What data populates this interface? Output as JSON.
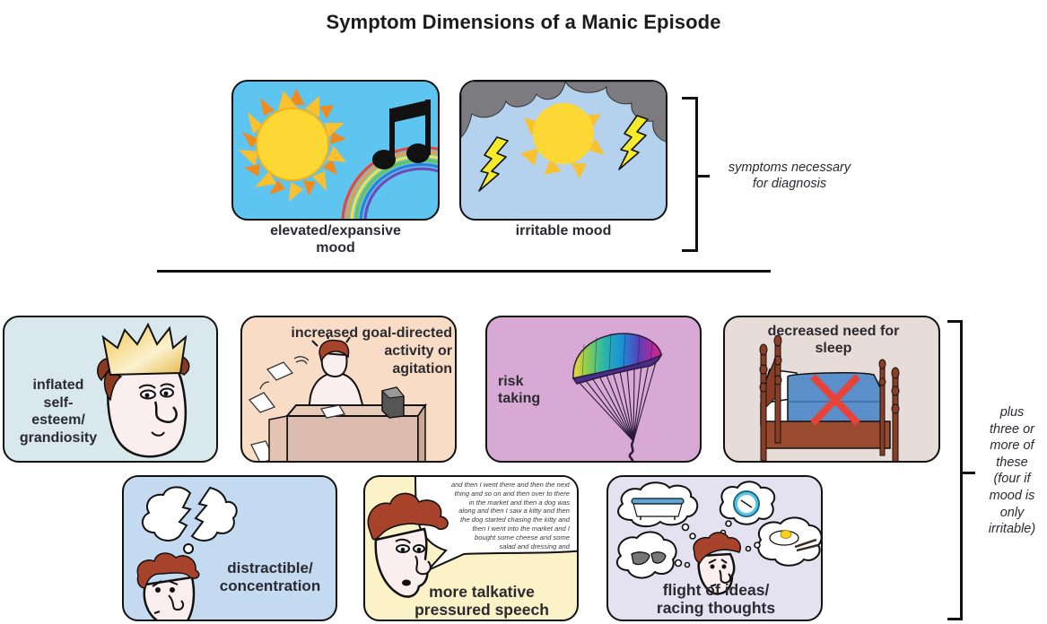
{
  "title": "Symptom Dimensions of a Manic Episode",
  "necessary_group": {
    "annotation": [
      "symptoms necessary",
      "for diagnosis"
    ],
    "panels": [
      {
        "id": "elevated-mood",
        "label": [
          "elevated/expansive",
          "mood"
        ],
        "background": "#5ec4f0",
        "illustration": [
          "sun-icon",
          "music-note-icon",
          "rainbow-icon"
        ]
      },
      {
        "id": "irritable-mood",
        "label": [
          "irritable mood"
        ],
        "background": "#b4d2ee",
        "illustration": [
          "storm-cloud-icon",
          "sun-icon",
          "lightning-bolt-icon",
          "lightning-bolt-icon"
        ]
      }
    ]
  },
  "additional_group": {
    "annotation": [
      "plus",
      "three or",
      "more of",
      "these",
      "(four if",
      "mood is",
      "only",
      "irritable)"
    ],
    "panels": [
      {
        "id": "inflated-self-esteem",
        "label": [
          "inflated",
          "self-",
          "esteem/",
          "grandiosity"
        ],
        "background": "#d8e8ec",
        "illustration": [
          "crowned-face-icon"
        ]
      },
      {
        "id": "goal-directed-activity",
        "label": [
          "increased goal-directed",
          "activity or",
          "agitation"
        ],
        "background": "#f8dcc6",
        "illustration": [
          "person-at-desk-icon",
          "flying-papers-icon"
        ]
      },
      {
        "id": "risk-taking",
        "label": [
          "risk",
          "taking"
        ],
        "background": "#d7a9d4",
        "illustration": [
          "parachute-icon"
        ]
      },
      {
        "id": "decreased-sleep",
        "label": [
          "decreased need for",
          "sleep"
        ],
        "background": "#e8dcd8",
        "illustration": [
          "bed-icon",
          "red-x-icon"
        ]
      },
      {
        "id": "distractible",
        "label": [
          "distractible/",
          "concentration"
        ],
        "background": "#c4daf0",
        "illustration": [
          "broken-thought-cloud-icon",
          "face-icon"
        ]
      },
      {
        "id": "pressured-speech",
        "label": [
          "more talkative",
          "pressured speech"
        ],
        "background": "#fbf2c8",
        "illustration": [
          "talking-face-icon",
          "speech-bubble-icon"
        ],
        "speech_bubble_lines": [
          "and then I went there and then the next",
          "thing and so on and then over to there",
          "in the market and then a dog was",
          "along and then I saw a kitty and then",
          "the dog started chasing the kitty and",
          "then I went into the market and I",
          "bought some cheese and some",
          "salad and dressing and"
        ]
      },
      {
        "id": "flight-of-ideas",
        "label": [
          "flight of ideas/",
          "racing thoughts"
        ],
        "background": "#e4e2f0",
        "illustration": [
          "bathtub-thought-icon",
          "clock-thought-icon",
          "sunglasses-thought-icon",
          "fried-egg-thought-icon",
          "face-icon"
        ]
      }
    ]
  }
}
